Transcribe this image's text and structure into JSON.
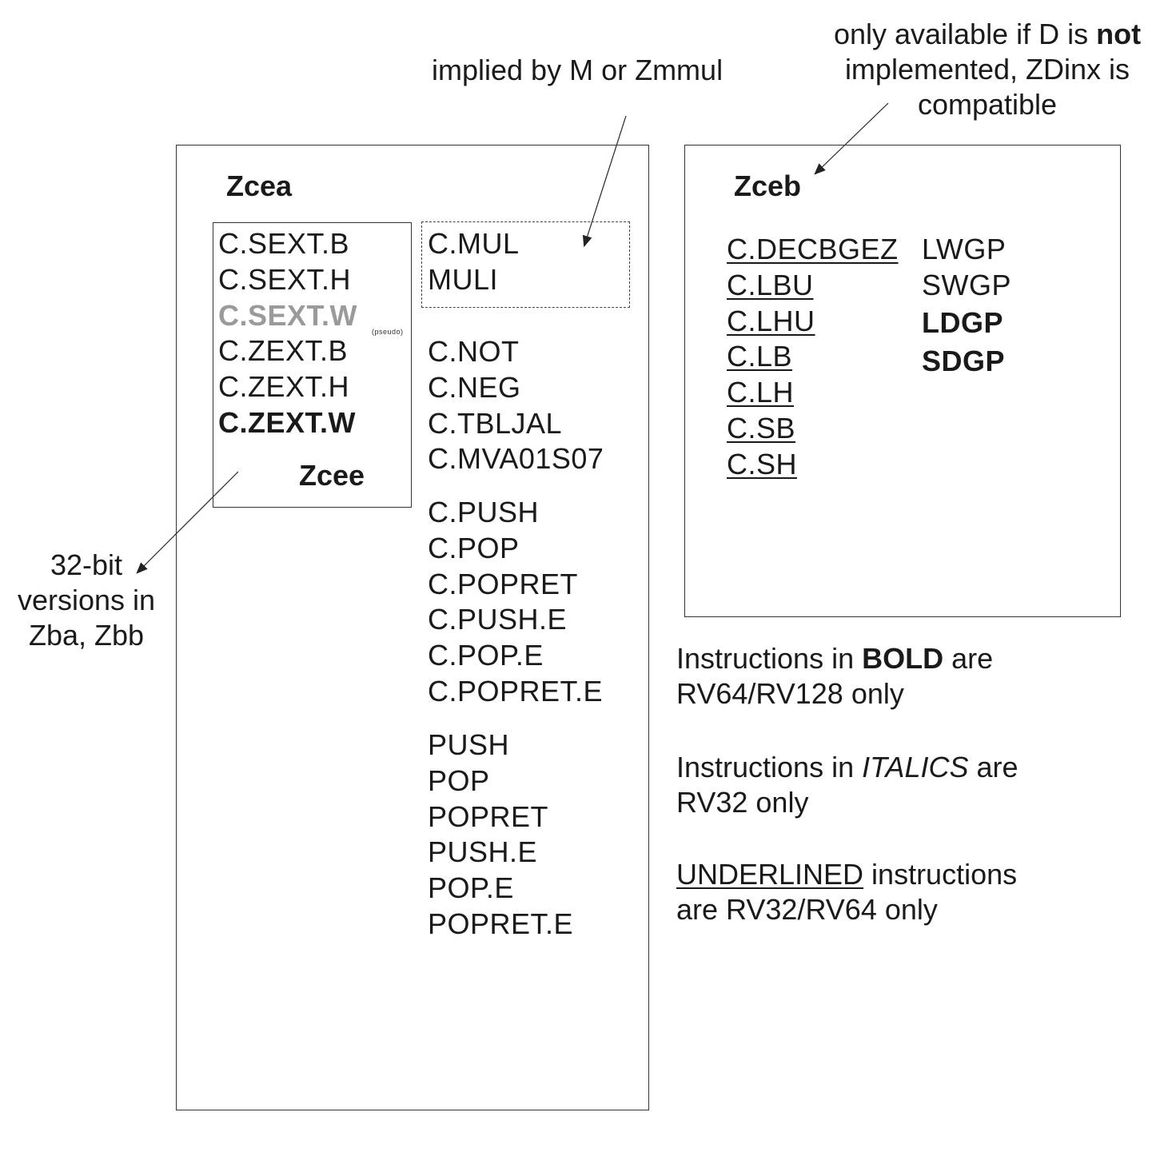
{
  "annotations": {
    "mul_note": "implied by M or Zmmul",
    "d_note_line1_a": "only available if D is ",
    "d_note_line1_b": "not",
    "d_note_line2": "implemented, ZDinx is",
    "d_note_line3": "compatible",
    "bit32_line1": "32-bit",
    "bit32_line2": "versions in",
    "bit32_line3": "Zba, Zbb"
  },
  "zcea": {
    "title": "Zcea",
    "zcee": {
      "title": "Zcee",
      "items": [
        "C.SEXT.B",
        "C.SEXT.H",
        "C.SEXT.W",
        "C.ZEXT.B",
        "C.ZEXT.H",
        "C.ZEXT.W"
      ],
      "pseudo_label": "(pseudo)"
    },
    "mul_group": [
      "C.MUL",
      "MULI"
    ],
    "group1": [
      "C.NOT",
      "C.NEG",
      "C.TBLJAL",
      "C.MVA01S07"
    ],
    "group2": [
      "C.PUSH",
      "C.POP",
      "C.POPRET",
      "C.PUSH.E",
      "C.POP.E",
      "C.POPRET.E"
    ],
    "group3": [
      "PUSH",
      "POP",
      "POPRET",
      "PUSH.E",
      "POP.E",
      "POPRET.E"
    ]
  },
  "zceb": {
    "title": "Zceb",
    "col1": [
      "C.DECBGEZ",
      "C.LBU",
      "C.LHU",
      "C.LB",
      "C.LH",
      "C.SB",
      "C.SH"
    ],
    "col2": [
      "LWGP",
      "SWGP",
      "LDGP",
      "SDGP"
    ]
  },
  "legend": {
    "bold_a": "Instructions in ",
    "bold_b": "BOLD",
    "bold_c": " are",
    "bold_line2": "RV64/RV128 only",
    "italic_a": "Instructions in ",
    "italic_b": "ITALICS",
    "italic_c": " are",
    "italic_line2": "RV32 only",
    "under_a": "UNDERLINED",
    "under_b": " instructions",
    "under_line2": "are RV32/RV64 only"
  }
}
